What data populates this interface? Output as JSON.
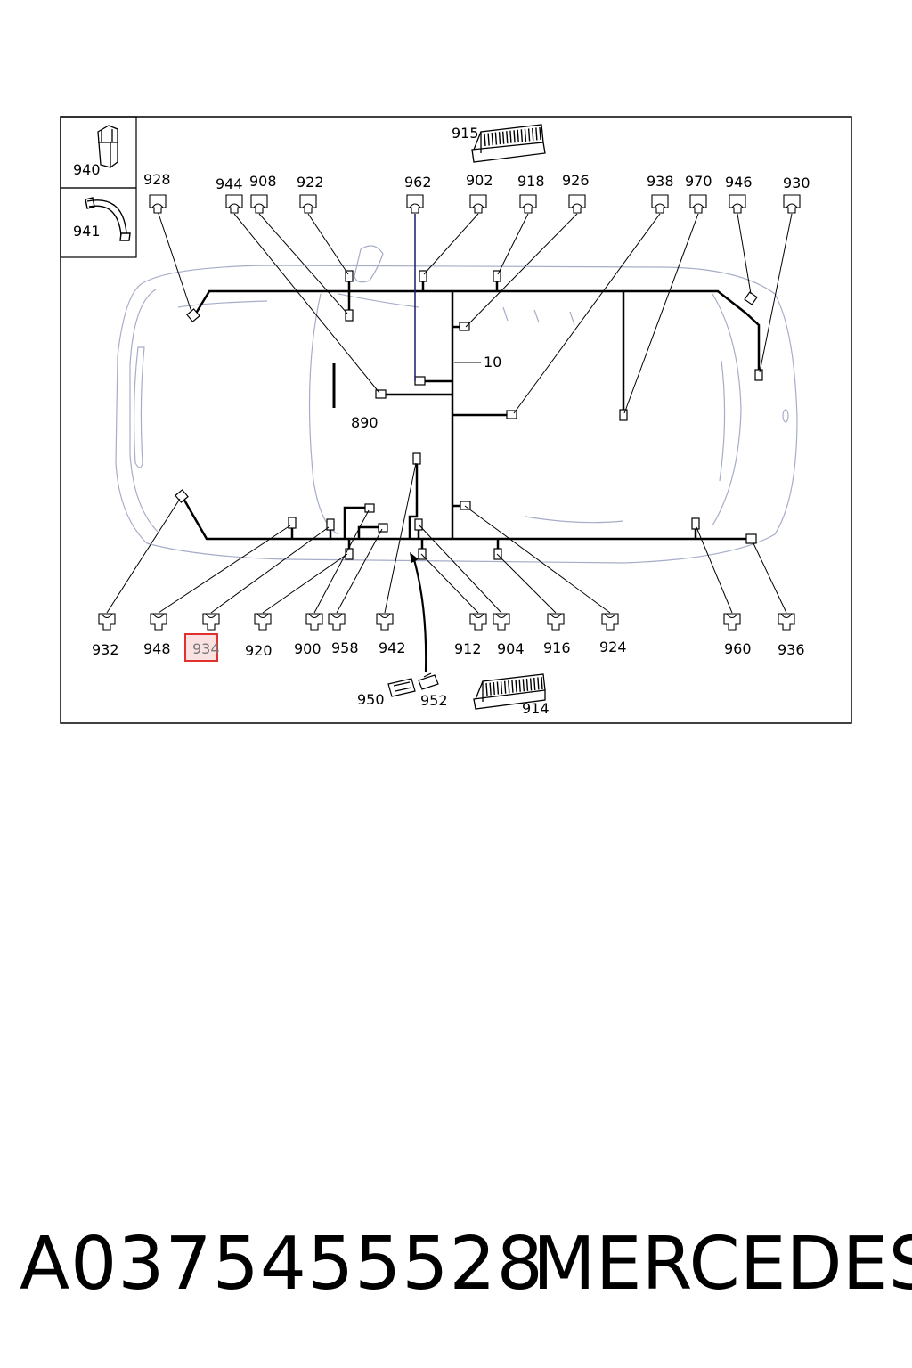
{
  "diagram": {
    "callouts_top": [
      "928",
      "944",
      "908",
      "922",
      "962",
      "902",
      "918",
      "926",
      "938",
      "970",
      "946",
      "930"
    ],
    "callouts_bottom": [
      "932",
      "948",
      "934",
      "920",
      "900",
      "958",
      "942",
      "912",
      "904",
      "916",
      "924",
      "960",
      "936"
    ],
    "legend": [
      "940",
      "941"
    ],
    "harness_label": "10",
    "part_890": "890",
    "part_915": "915",
    "part_914": "914",
    "part_950": "950",
    "part_952": "952",
    "highlighted": "934",
    "highlight_color": "#e03030",
    "wire_color_blue": "#1a1a6e"
  },
  "footer": {
    "part_number": "A0375455528",
    "brand": "MERCEDES"
  }
}
